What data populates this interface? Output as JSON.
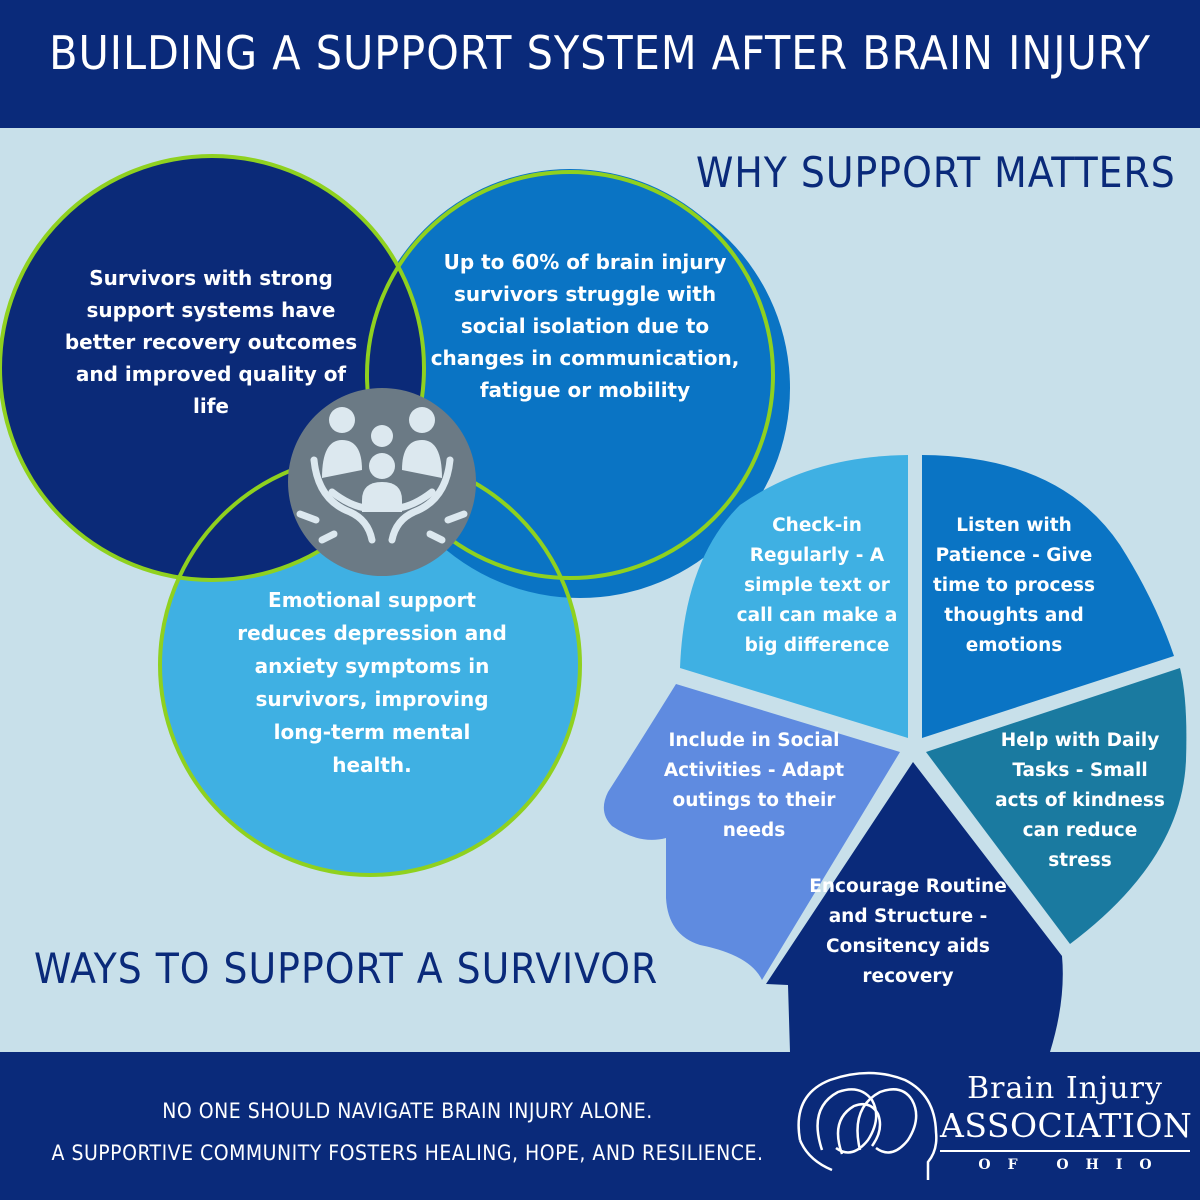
{
  "title": "BUILDING A SUPPORT SYSTEM AFTER BRAIN INJURY",
  "why_heading": "WHY SUPPORT MATTERS",
  "ways_heading": "WAYS TO SUPPORT A SURVIVOR",
  "circles": {
    "strong_support": "Survivors with strong support systems have better recovery outcomes and improved quality of life",
    "isolation": "Up to 60% of brain injury survivors struggle with social isolation due to changes in communication, fatigue or mobility",
    "emotional": "Emotional support reduces depression and anxiety symptoms in survivors, improving long-term mental health."
  },
  "segments": {
    "check_in": "Check-in Regularly - A simple text or call can make a big difference",
    "listen": "Listen with Patience - Give time to process thoughts and emotions",
    "include": "Include in Social Activities - Adapt outings to their needs",
    "help": "Help with Daily Tasks - Small acts of kindness can reduce stress",
    "encourage": "Encourage Routine and Structure - Consitency aids recovery"
  },
  "footer": {
    "line1": "NO ONE SHOULD NAVIGATE BRAIN INJURY ALONE.",
    "line2": "A SUPPORTIVE COMMUNITY FOSTERS HEALING, HOPE, AND RESILIENCE."
  },
  "logo": {
    "line1": "Brain Injury",
    "line2": "ASSOCIATION",
    "line3": "OF OHIO"
  },
  "icons": {
    "center": "family-in-hands-icon",
    "logo_mark": "head-outline-logo-icon"
  },
  "colors": {
    "navy": "#0a2a7a",
    "royal_blue": "#0a74c4",
    "sky_blue": "#3fb0e3",
    "periwinkle": "#5f8be0",
    "teal": "#1a7aa0",
    "lime": "#8fd11f",
    "background": "#c8e0ea",
    "icon_gray": "#6b7a85"
  }
}
